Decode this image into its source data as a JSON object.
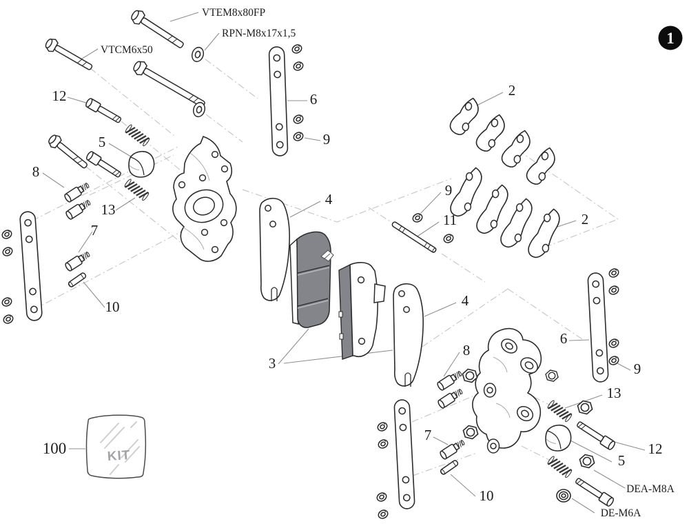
{
  "badge": {
    "number": "1"
  },
  "part_labels": {
    "vtem": "VTEM8x80FP",
    "rpn": "RPN-M8x17x1,5",
    "vtcm": "VTCM6x50",
    "dea": "DEA-M8A",
    "de": "DE-M6A"
  },
  "kit": {
    "number": "100",
    "label": "KIT"
  },
  "callouts": {
    "left_12": "12",
    "left_5": "5",
    "left_8": "8",
    "left_13": "13",
    "left_7": "7",
    "left_10": "10",
    "center_6": "6",
    "center_9": "9",
    "shim_left_4": "4",
    "pads_3": "3",
    "pin_9": "9",
    "pin_11": "11",
    "plates_upper_2": "2",
    "plates_lower_2": "2",
    "shim_right_4": "4",
    "right_8": "8",
    "right_6": "6",
    "right_9": "9",
    "right_13": "13",
    "right_12": "12",
    "right_5": "5",
    "right_7": "7",
    "right_10": "10"
  },
  "colors": {
    "line": "#2b2b2b",
    "pad_friction": "#84858a",
    "badge_bg": "#0c0c0c"
  }
}
